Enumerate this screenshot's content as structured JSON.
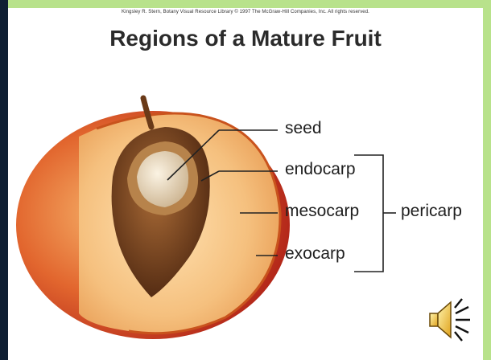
{
  "credit": "Kingsley R. Stern, Botany Visual Resource Library © 1997 The McGraw-Hill Companies, Inc. All rights reserved.",
  "title": "Regions of a Mature Fruit",
  "labels": {
    "seed": "seed",
    "endocarp": "endocarp",
    "mesocarp": "mesocarp",
    "exocarp": "exocarp",
    "pericarp": "pericarp"
  },
  "icons": {
    "audio": "speaker-sound-icon"
  },
  "colors": {
    "frame": "#0f1f33",
    "accent_strip": "#b8e28b",
    "skin_outer": "#c73a1e",
    "flesh": "#f3c98d",
    "pit": "#7a4520",
    "seed": "#e9dcc4"
  }
}
